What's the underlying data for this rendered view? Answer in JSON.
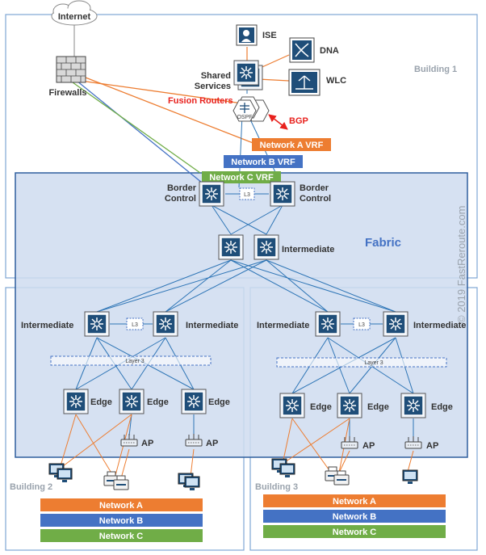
{
  "internet": "Internet",
  "firewalls": "Firewalls",
  "building1": "Building 1",
  "building2": "Building 2",
  "building3": "Building 3",
  "services": {
    "ise": "ISE",
    "dna": "DNA",
    "wlc": "WLC",
    "shared": "Shared",
    "services": "Services"
  },
  "fusion": "Fusion Routers",
  "ospf": "OSPF",
  "bgp": "BGP",
  "vrfs": {
    "a": "Network A VRF",
    "b": "Network B VRF",
    "c": "Network C VRF"
  },
  "border": {
    "line1": "Border",
    "line2": "Control"
  },
  "l3": "L3",
  "intermediate": "Intermediate",
  "fabric": "Fabric",
  "layer3": "Layer 3",
  "edge": "Edge",
  "ap": "AP",
  "networks": [
    "Network A",
    "Network B",
    "Network C"
  ],
  "watermark": "© 2019 FastReroute.com",
  "colors": {
    "netA": "#ed7d31",
    "netB": "#4472c4",
    "netC": "#70ad47",
    "fabric": "#cfdcf0",
    "link": "#2e75b6"
  }
}
